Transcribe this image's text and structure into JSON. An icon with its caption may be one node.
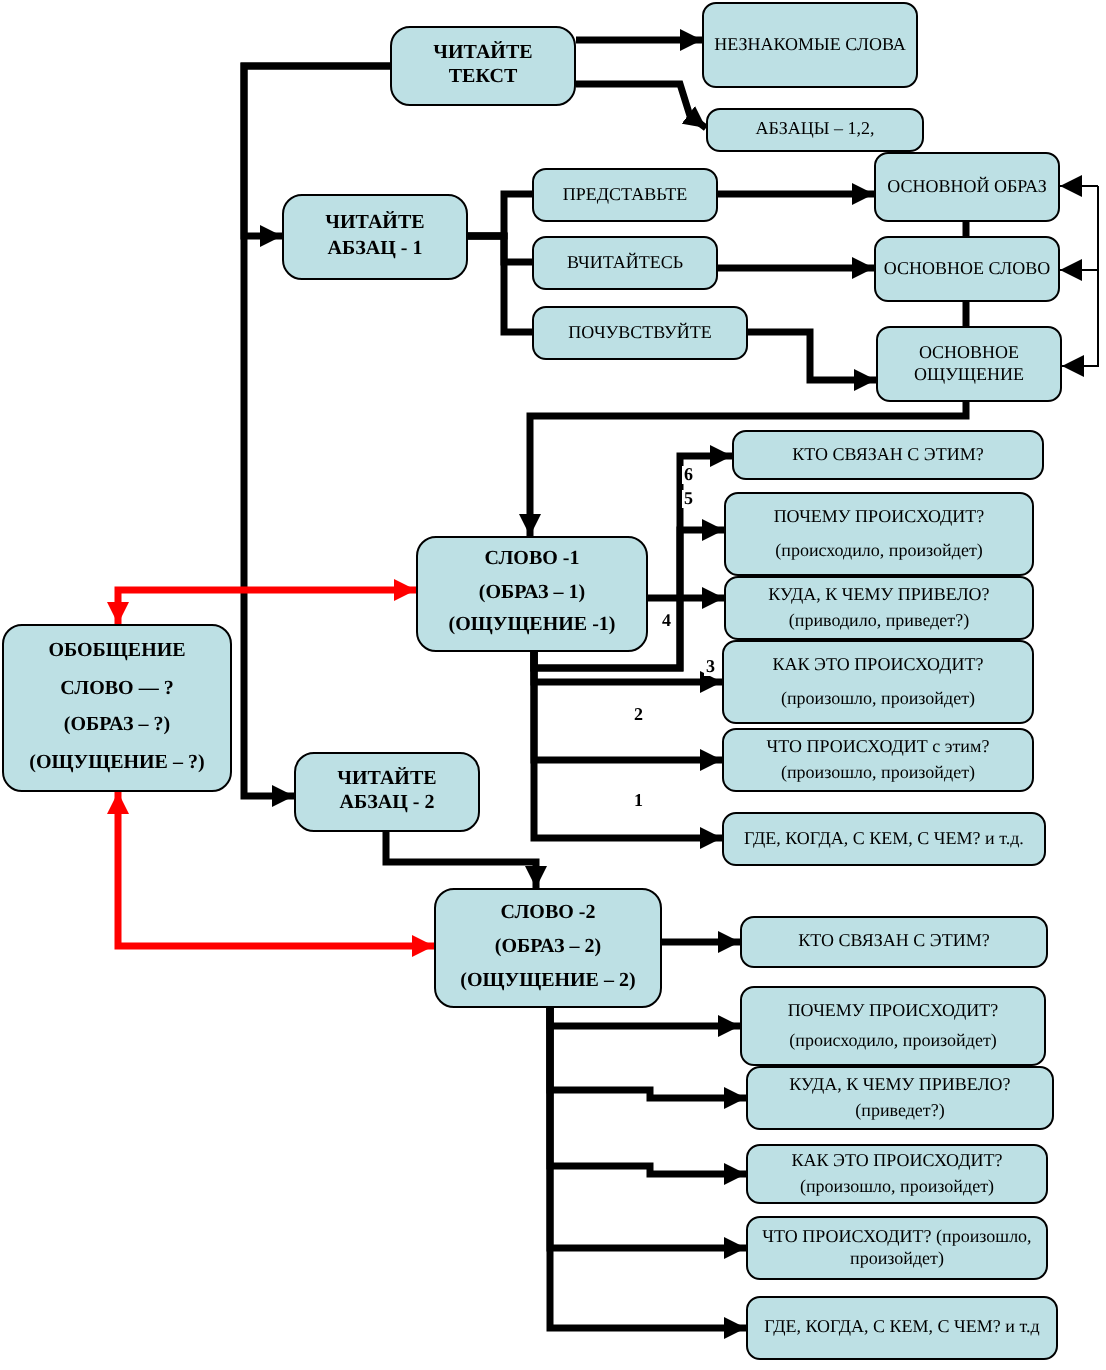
{
  "diagram": {
    "nodes": [
      {
        "text": [
          "ЧИТАЙТЕ ТЕКСТ"
        ]
      },
      {
        "text": [
          "НЕЗНАКОМЫЕ СЛОВА"
        ]
      },
      {
        "text": [
          "АБЗАЦЫ – 1,2,"
        ]
      },
      {
        "text": [
          "ЧИТАЙТЕ АБЗАЦ - 1"
        ]
      },
      {
        "text": [
          "ПРЕДСТАВЬТЕ"
        ]
      },
      {
        "text": [
          "ВЧИТАЙТЕСЬ"
        ]
      },
      {
        "text": [
          "ПОЧУВСТВУЙТЕ"
        ]
      },
      {
        "text": [
          "ОСНОВНОЙ ОБРАЗ"
        ]
      },
      {
        "text": [
          "ОСНОВНОЕ СЛОВО"
        ]
      },
      {
        "text": [
          "ОСНОВНОЕ ОЩУЩЕНИЕ"
        ]
      },
      {
        "text": [
          "СЛОВО -1",
          "(ОБРАЗ – 1)",
          "(ОЩУЩЕНИЕ -1)"
        ]
      },
      {
        "text": [
          "КТО СВЯЗАН С ЭТИМ?"
        ]
      },
      {
        "text": [
          "ПОЧЕМУ ПРОИСХОДИТ?",
          "(происходило, произойдет)"
        ]
      },
      {
        "text": [
          "КУДА, К ЧЕМУ ПРИВЕЛО?",
          "(приводило, приведет?)"
        ]
      },
      {
        "text": [
          "КАК ЭТО ПРОИСХОДИТ?",
          "(произошло, произойдет)"
        ]
      },
      {
        "text": [
          "ЧТО ПРОИСХОДИТ с этим?",
          "(произошло, произойдет)"
        ]
      },
      {
        "text": [
          "ГДЕ, КОГДА, С КЕМ, С ЧЕМ? и т.д."
        ]
      },
      {
        "text": [
          "ОБОБЩЕНИЕ",
          "СЛОВО — ?",
          "(ОБРАЗ – ?)",
          "(ОЩУЩЕНИЕ – ?)"
        ]
      },
      {
        "text": [
          "ЧИТАЙТЕ АБЗАЦ - 2"
        ]
      },
      {
        "text": [
          "СЛОВО -2",
          "(ОБРАЗ – 2)",
          "(ОЩУЩЕНИЕ – 2)"
        ]
      },
      {
        "text": [
          "КТО СВЯЗАН С ЭТИМ?"
        ]
      },
      {
        "text": [
          "ПОЧЕМУ ПРОИСХОДИТ?",
          "(происходило, произойдет)"
        ]
      },
      {
        "text": [
          "КУДА, К ЧЕМУ ПРИВЕЛО?",
          "(приведет?)"
        ]
      },
      {
        "text": [
          "КАК ЭТО ПРОИСХОДИТ?",
          "(произошло, произойдет)"
        ]
      },
      {
        "text": [
          "ЧТО ПРОИСХОДИТ? (произошло, произойдет)"
        ]
      },
      {
        "text": [
          "ГДЕ, КОГДА, С КЕМ, С ЧЕМ? и т.д"
        ]
      }
    ],
    "edges": [
      {
        "from": 0,
        "to": 1,
        "arrow": "to"
      },
      {
        "from": 0,
        "to": 2,
        "arrow": "to"
      },
      {
        "from": 0,
        "to": 3,
        "arrow": "to"
      },
      {
        "from": 0,
        "to": 18,
        "arrow": "to"
      },
      {
        "from": 3,
        "to": 4,
        "arrow": "none"
      },
      {
        "from": 3,
        "to": 5,
        "arrow": "none"
      },
      {
        "from": 3,
        "to": 6,
        "arrow": "none"
      },
      {
        "from": 4,
        "to": 7,
        "arrow": "to"
      },
      {
        "from": 5,
        "to": 8,
        "arrow": "to"
      },
      {
        "from": 6,
        "to": 9,
        "arrow": "to"
      },
      {
        "from": 7,
        "to": 8,
        "arrow": "none"
      },
      {
        "from": 8,
        "to": 9,
        "arrow": "none"
      },
      {
        "from": null,
        "to": 7,
        "arrow": "to"
      },
      {
        "from": null,
        "to": 8,
        "arrow": "to"
      },
      {
        "from": null,
        "to": 9,
        "arrow": "to"
      },
      {
        "from": 9,
        "to": 10,
        "arrow": "to"
      },
      {
        "from": 10,
        "to": 11,
        "arrow": "to",
        "label": "6"
      },
      {
        "from": 10,
        "to": 12,
        "arrow": "to",
        "label": "5"
      },
      {
        "from": 10,
        "to": 13,
        "arrow": "to",
        "label": "4"
      },
      {
        "from": 10,
        "to": 14,
        "arrow": "to",
        "label": "3"
      },
      {
        "from": 10,
        "to": 15,
        "arrow": "to",
        "label": "2"
      },
      {
        "from": 10,
        "to": 16,
        "arrow": "to",
        "label": "1"
      },
      {
        "from": 17,
        "to": 10,
        "arrow": "both",
        "color": "#ff0000"
      },
      {
        "from": 17,
        "to": 19,
        "arrow": "both",
        "color": "#ff0000"
      },
      {
        "from": 18,
        "to": 19,
        "arrow": "to"
      },
      {
        "from": 19,
        "to": 20,
        "arrow": "to"
      },
      {
        "from": 19,
        "to": 21,
        "arrow": "to"
      },
      {
        "from": 19,
        "to": 22,
        "arrow": "to"
      },
      {
        "from": 19,
        "to": 23,
        "arrow": "to"
      },
      {
        "from": 19,
        "to": 24,
        "arrow": "to"
      },
      {
        "from": 19,
        "to": 25,
        "arrow": "to"
      }
    ]
  }
}
